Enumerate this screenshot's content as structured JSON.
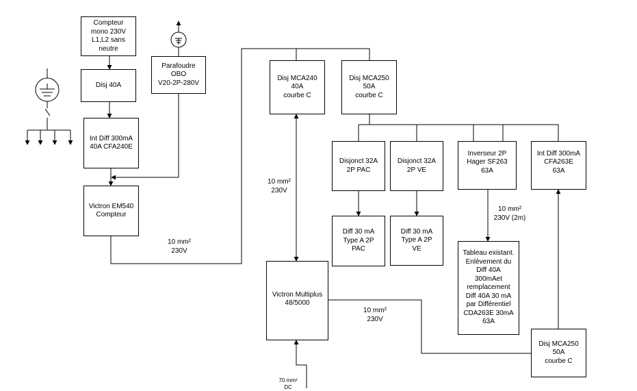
{
  "boxes": {
    "compteur": "Compteur\nmono 230V\nL1,L2 sans\nneutre",
    "disj40": "Disj 40A",
    "intdiff_main": "Int Diff 300mA\n40A CFA240E",
    "victron_em": "Victron EM540\nCompteur",
    "parafoudre": "Parafoudre\nOBO\nV20-2P-280V",
    "mca240": "Disj MCA240\n40A\ncourbe C",
    "mca250_top": "Disj MCA250\n50A\ncourbe C",
    "disjonct_pac": "Disjonct 32A\n2P PAC",
    "disjonct_ve": "Disjonct 32A\n2P VE",
    "inverseur": "Inverseur 2P\nHager SF263\n63A",
    "intdiff_right": "Int Diff 300mA\nCFA263E\n63A",
    "diff_pac": "Diff 30 mA\nType A 2P\nPAC",
    "diff_ve": "Diff 30 mA\nType A 2P\nVE",
    "tableau": "Tableau existant.\nEnlèvement du\nDiff 40A\n300mAet\nremplacement\nDiff 40A 30 mA\npar Différentiel\nCDA263E 30mA\n63A",
    "multiplus": "Victron Multiplus\n48/5000",
    "mca250_bottom": "Disj MCA250\n50A\ncourbe C"
  },
  "labels": {
    "cable_em": "10 mm²\n230V",
    "cable_vertical": "10 mm²\n230V",
    "cable_tableau": "10 mm²\n230V (2m)",
    "cable_multiplus": "10 mm²\n230V",
    "cable_battery": "70 mm²\nDC"
  }
}
